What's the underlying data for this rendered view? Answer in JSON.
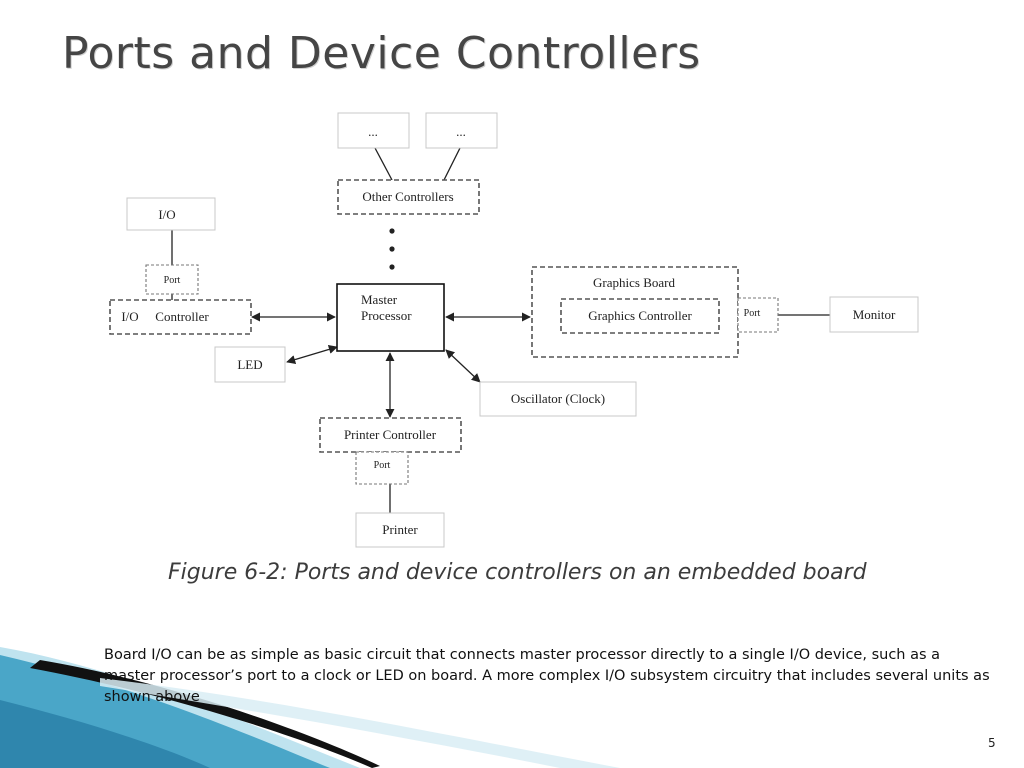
{
  "title": "Ports and Device Controllers",
  "diagram": {
    "top_left_box": "...",
    "top_right_box": "...",
    "other_controllers": "Other Controllers",
    "io_device_top": "I/O",
    "port_left": "Port",
    "io_controller_prefix": "I/O",
    "io_controller_label": "Controller",
    "master_line1": "Master",
    "master_line2": "Processor",
    "led": "LED",
    "graphics_board": "Graphics Board",
    "graphics_controller": "Graphics Controller",
    "port_right": "Port",
    "monitor": "Monitor",
    "oscillator": "Oscillator (Clock)",
    "printer_controller": "Printer Controller",
    "port_bottom": "Port",
    "printer": "Printer"
  },
  "caption": "Figure 6-2: Ports and device controllers on an embedded board",
  "body_text": "Board I/O can be as simple as basic circuit that connects master processor directly to a single I/O device, such as a master processor’s port to a clock or LED on board.  A more complex I/O subsystem circuitry that includes several units as shown above",
  "page_number": "5",
  "colors": {
    "title": "#454545",
    "decor_light": "#bfe3ef",
    "decor_mid": "#4aa6c8",
    "decor_dark": "#111111"
  }
}
